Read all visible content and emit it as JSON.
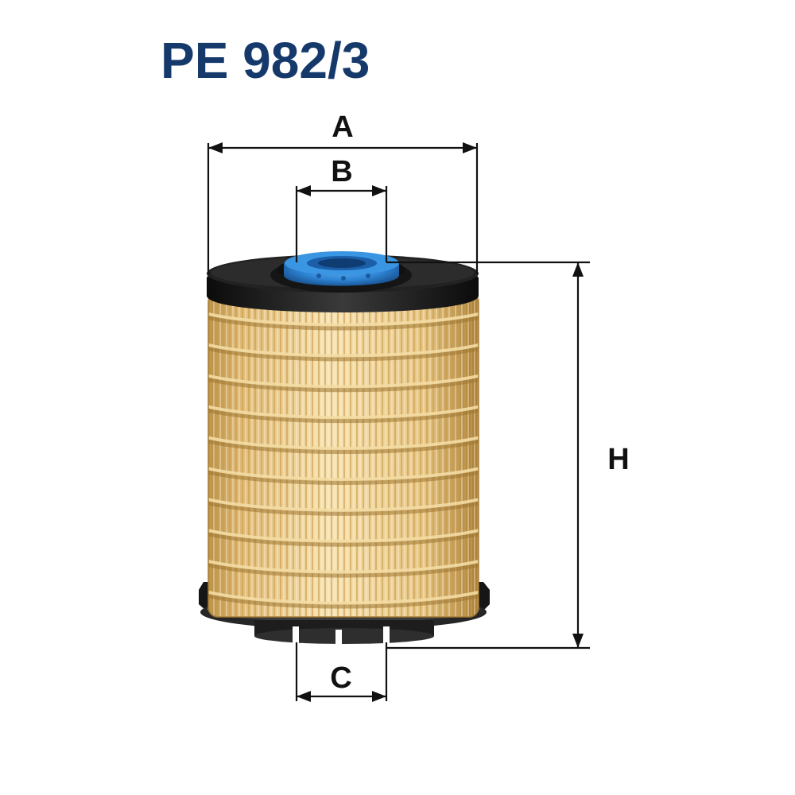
{
  "product": {
    "code": "PE 982/3"
  },
  "dimensions": {
    "a": "A",
    "b": "B",
    "c": "C",
    "h": "H"
  },
  "colors": {
    "title": "#14396a",
    "media": "#e9c88a",
    "end_cap": "#1a1a1a",
    "seal": "#2f86d6",
    "dimension_lines": "#111111"
  }
}
